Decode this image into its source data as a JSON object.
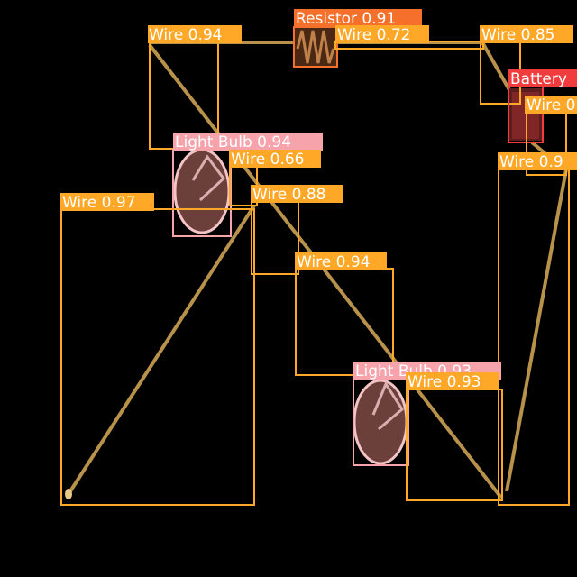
{
  "colors": {
    "background": "#000000",
    "wire": "#FFA726",
    "resistor": "#F4702B",
    "battery": "#F03C3C",
    "light_bulb": "#F7A3AB",
    "label_text": "#FFFFFF",
    "wire_stroke": "#B8924A"
  },
  "detections": [
    {
      "id": "wire-1",
      "class": "wire",
      "label": "Wire 0.94"
    },
    {
      "id": "resistor-1",
      "class": "resistor",
      "label": "Resistor 0.91"
    },
    {
      "id": "wire-2",
      "class": "wire",
      "label": "Wire 0.72"
    },
    {
      "id": "wire-3",
      "class": "wire",
      "label": "Wire 0.85"
    },
    {
      "id": "battery-1",
      "class": "battery",
      "label": "Battery"
    },
    {
      "id": "wire-4",
      "class": "wire",
      "label": "Wire 0"
    },
    {
      "id": "light-bulb-1",
      "class": "light_bulb",
      "label": "Light Bulb 0.94"
    },
    {
      "id": "wire-5",
      "class": "wire",
      "label": "Wire 0.66"
    },
    {
      "id": "wire-6",
      "class": "wire",
      "label": "Wire 0.88"
    },
    {
      "id": "wire-7",
      "class": "wire",
      "label": "Wire 0.97"
    },
    {
      "id": "wire-8",
      "class": "wire",
      "label": "Wire 0.9"
    },
    {
      "id": "wire-9",
      "class": "wire",
      "label": "Wire 0.94"
    },
    {
      "id": "light-bulb-2",
      "class": "light_bulb",
      "label": "Light Bulb 0.93"
    },
    {
      "id": "wire-10",
      "class": "wire",
      "label": "Wire 0.93"
    }
  ]
}
